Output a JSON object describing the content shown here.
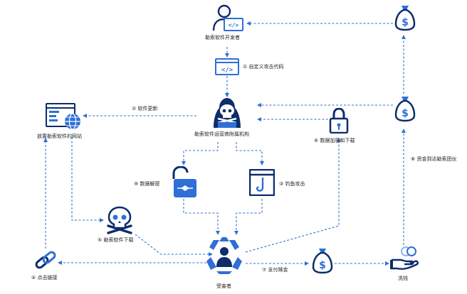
{
  "colors": {
    "primary": "#2f6fd6",
    "dark": "#0d2d6b",
    "light": "#8fb4ee",
    "text": "#222222"
  },
  "nodes": {
    "developer": {
      "label": "勒索软件开发者",
      "icon": "developer-icon"
    },
    "operator": {
      "label": "勒索软件运营商附属机构",
      "icon": "hacker-skull-icon"
    },
    "website": {
      "label": "放置勒索软件的网站",
      "icon": "website-globe-icon"
    },
    "victim": {
      "label": "受害者",
      "icon": "victim-recycle-icon"
    },
    "laundering": {
      "label": "洗钱",
      "icon": "hand-coins-icon"
    }
  },
  "steps": [
    {
      "id": "step1",
      "label": "① 自定义攻击代码",
      "icon": "code-window-icon"
    },
    {
      "id": "step2",
      "label": "② 软件更新"
    },
    {
      "id": "step3",
      "label": "③ 钓鱼攻击",
      "icon": "phishing-hook-icon"
    },
    {
      "id": "step4",
      "label": "④ 点击链接",
      "icon": "chain-link-icon"
    },
    {
      "id": "step5",
      "label": "⑤ 勒索软件下载",
      "icon": "skull-crossbones-icon"
    },
    {
      "id": "step6",
      "label": "⑥ 数据加密和下载",
      "icon": "padlock-closed-icon"
    },
    {
      "id": "step7",
      "label": "⑦ 支付赎金",
      "icon": "money-bag-icon"
    },
    {
      "id": "step8",
      "label": "⑧ 资金到达勒索团伙",
      "icon": "money-bag-icon"
    },
    {
      "id": "step9",
      "label": "⑨ 数据解密",
      "icon": "padlock-open-icon"
    }
  ]
}
